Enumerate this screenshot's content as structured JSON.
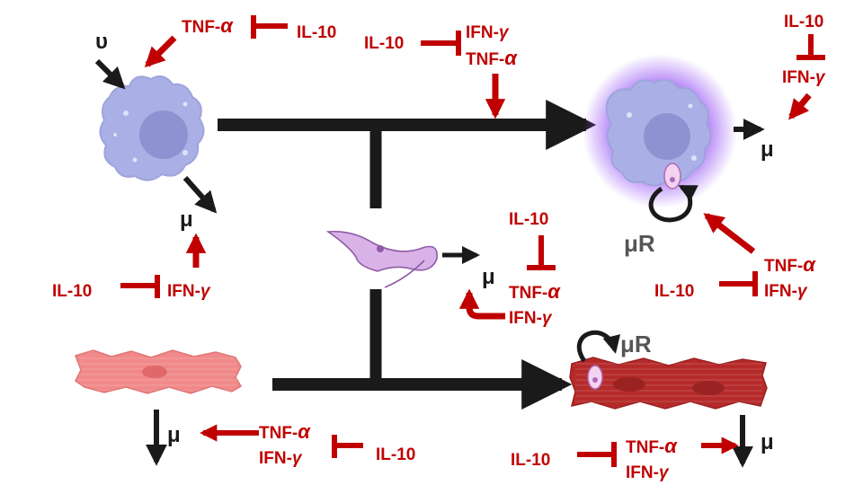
{
  "colors": {
    "inhibitor_red": "#c00000",
    "arrow_dark": "#1a1a1a",
    "macrophage_fill": "#aab0e6",
    "macrophage_nucleus": "#8f92d0",
    "activated_glow": "#9b59f5",
    "cardiomyocyte_light": "#f08a8a",
    "cardiomyocyte_dark": "#b52a2a",
    "parasite_fill": "#d9b3e8",
    "micro_r_grey": "#555555"
  },
  "symbols": {
    "upsilon": "υ",
    "mu": "μ",
    "mu_r": "μR"
  },
  "cytokines": {
    "tnf_prefix": "TNF-",
    "alpha": "α",
    "il10": "IL-10",
    "ifn_prefix": "IFN-",
    "gamma": "γ"
  },
  "icons": [
    "macrophage-cell",
    "activated-macrophage-cell",
    "trypanosome-parasite",
    "cardiomyocyte-healthy",
    "cardiomyocyte-infected"
  ]
}
